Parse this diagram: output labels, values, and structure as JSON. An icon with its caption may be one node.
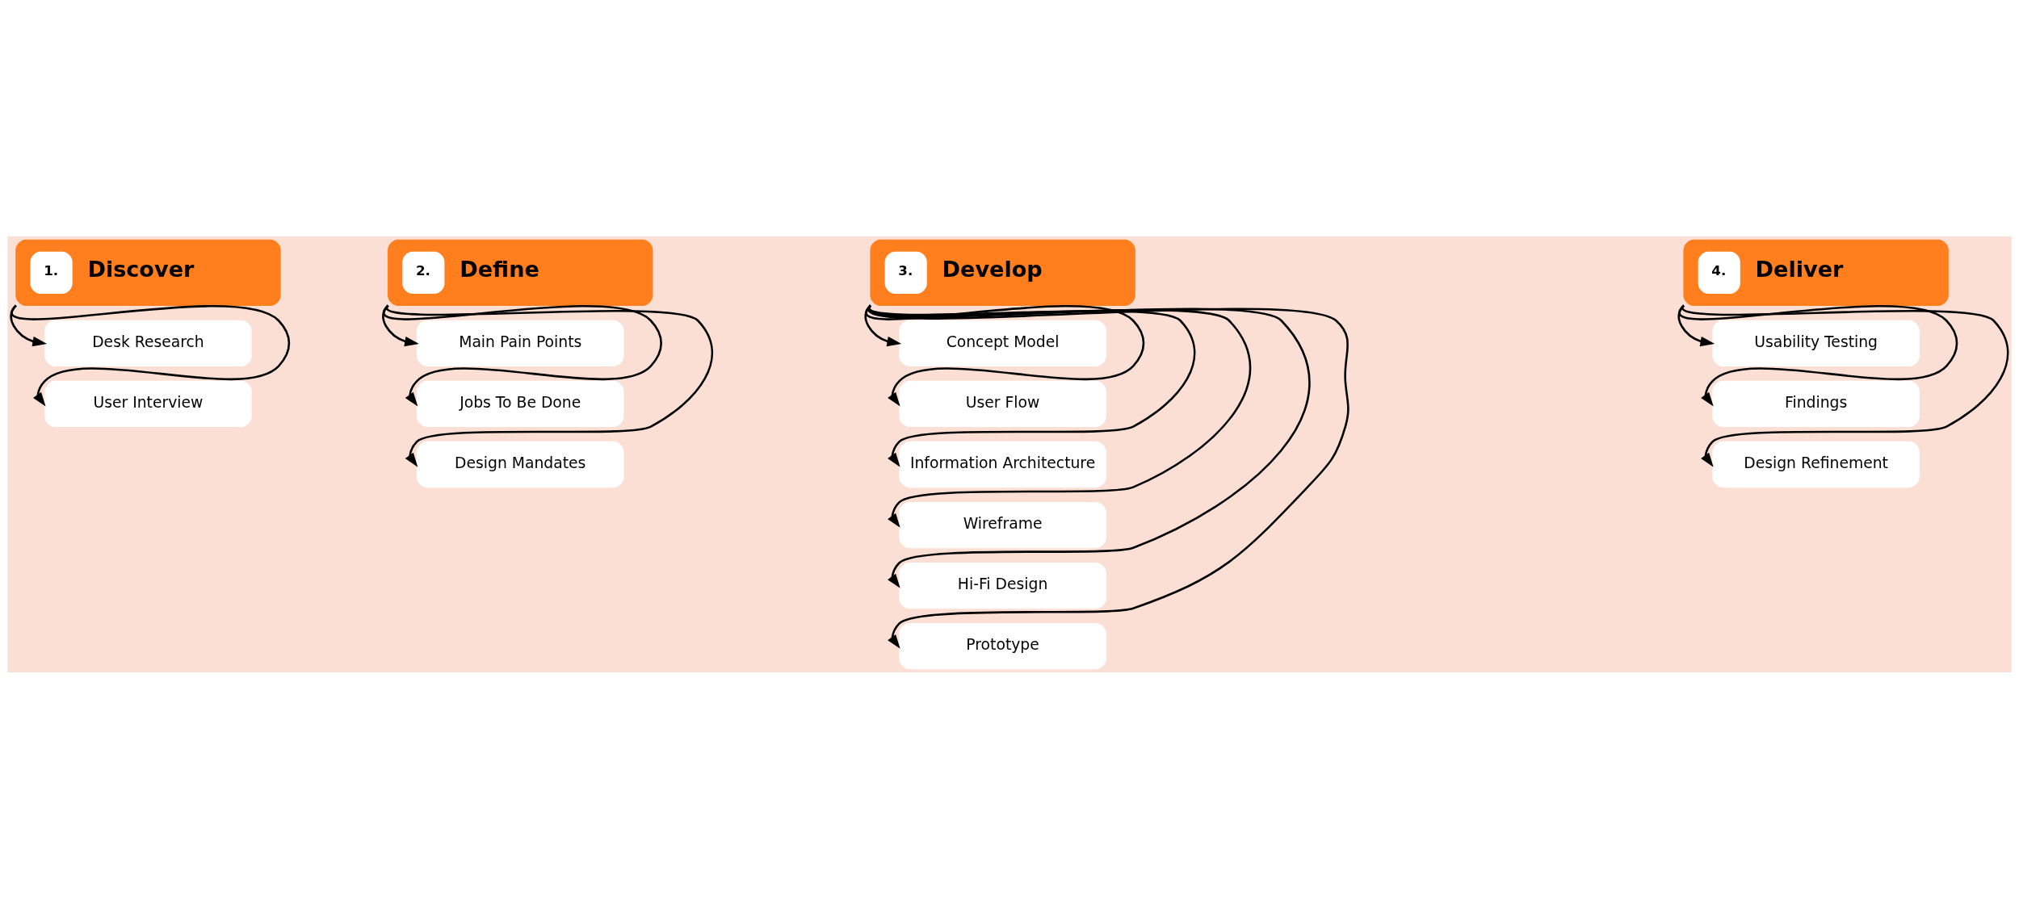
{
  "diagram": {
    "nodes": [
      {
        "text": [
          "1.",
          "Discover"
        ]
      },
      {
        "text": [
          "Desk Research"
        ]
      },
      {
        "text": [
          "User Interview"
        ]
      },
      {
        "text": [
          "2.",
          "Define"
        ]
      },
      {
        "text": [
          "Main Pain Points"
        ]
      },
      {
        "text": [
          "Jobs To Be Done"
        ]
      },
      {
        "text": [
          "Design Mandates"
        ]
      },
      {
        "text": [
          "3.",
          "Develop"
        ]
      },
      {
        "text": [
          "Concept Model"
        ]
      },
      {
        "text": [
          "User Flow"
        ]
      },
      {
        "text": [
          "Information Architecture"
        ]
      },
      {
        "text": [
          "Wireframe"
        ]
      },
      {
        "text": [
          "Hi-Fi Design"
        ]
      },
      {
        "text": [
          "Prototype"
        ]
      },
      {
        "text": [
          "4.",
          "Deliver"
        ]
      },
      {
        "text": [
          "Usability Testing"
        ]
      },
      {
        "text": [
          "Findings"
        ]
      },
      {
        "text": [
          "Design Refinement"
        ]
      }
    ],
    "edges": [
      {
        "from": 0,
        "to": 1,
        "arrow": "to"
      },
      {
        "from": 0,
        "to": 2,
        "arrow": "to"
      },
      {
        "from": 3,
        "to": 4,
        "arrow": "to"
      },
      {
        "from": 3,
        "to": 5,
        "arrow": "to"
      },
      {
        "from": 3,
        "to": 6,
        "arrow": "to"
      },
      {
        "from": 7,
        "to": 8,
        "arrow": "to"
      },
      {
        "from": 7,
        "to": 9,
        "arrow": "to"
      },
      {
        "from": 7,
        "to": 10,
        "arrow": "to"
      },
      {
        "from": 7,
        "to": 11,
        "arrow": "to"
      },
      {
        "from": 7,
        "to": 12,
        "arrow": "to"
      },
      {
        "from": 7,
        "to": 13,
        "arrow": "to"
      },
      {
        "from": 14,
        "to": 15,
        "arrow": "to"
      },
      {
        "from": 14,
        "to": 16,
        "arrow": "to"
      },
      {
        "from": 14,
        "to": 17,
        "arrow": "to"
      }
    ]
  }
}
